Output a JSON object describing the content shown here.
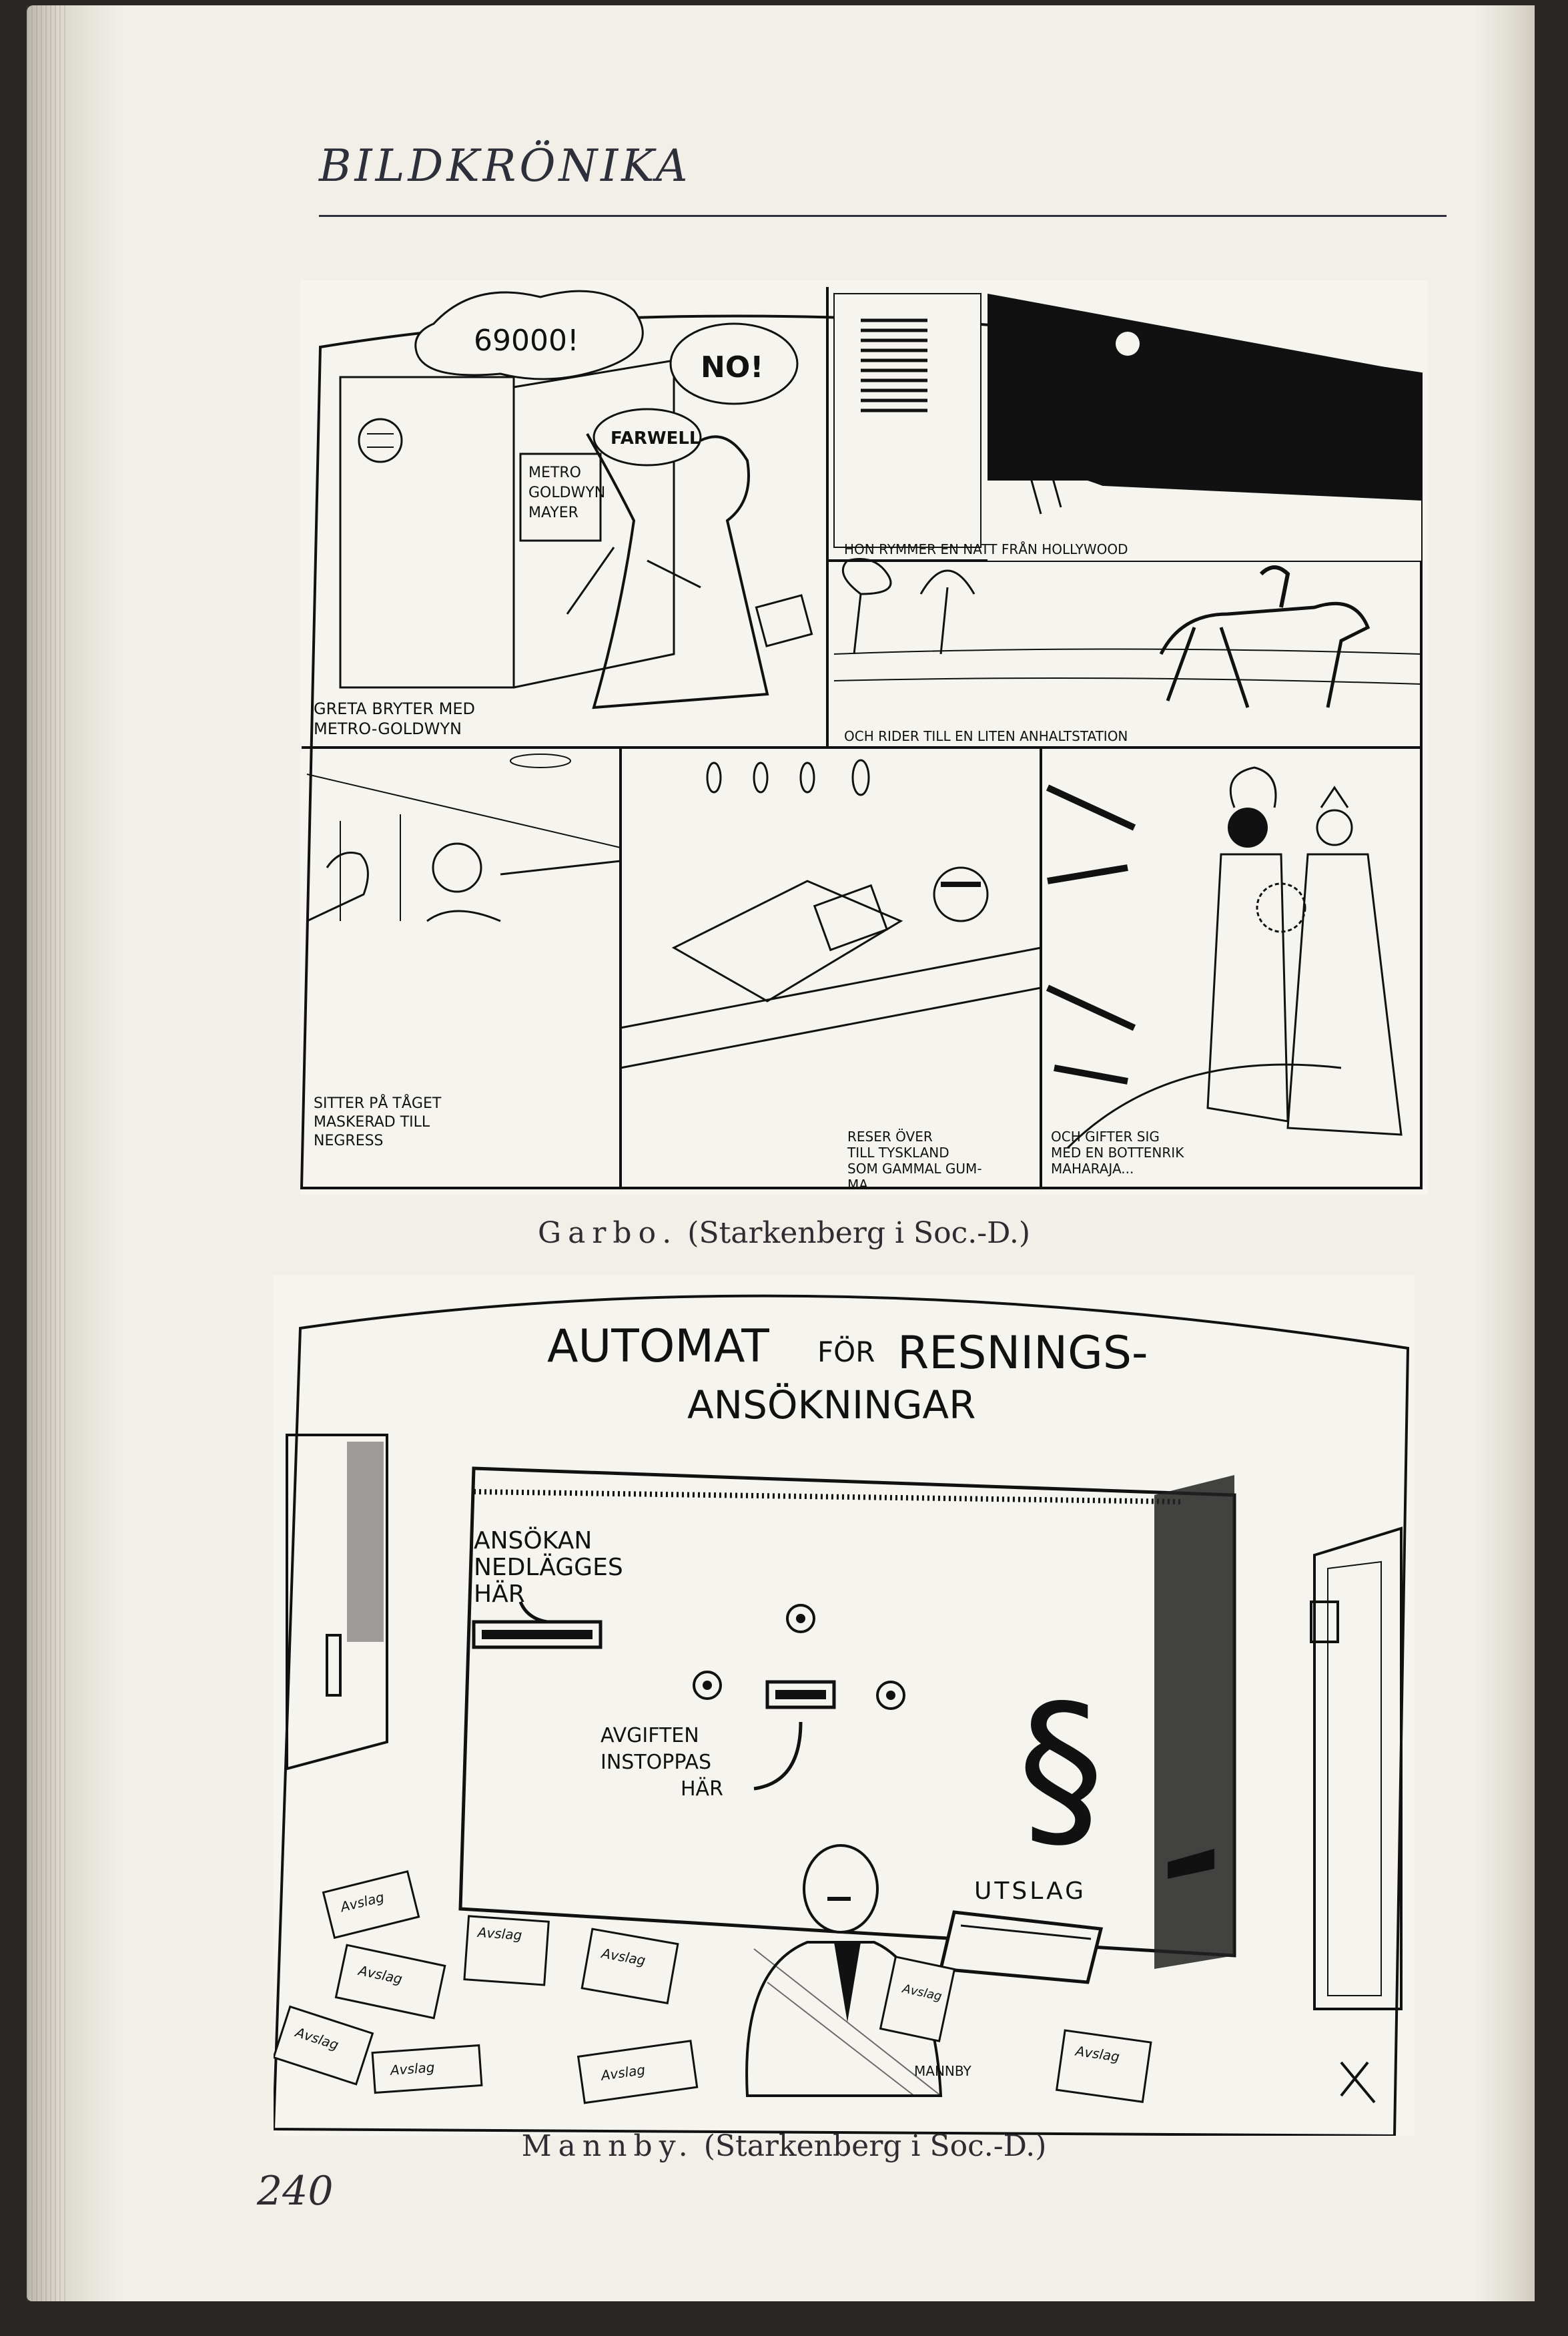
{
  "header": {
    "running_head": "BILDKRÖNIKA"
  },
  "cartoon_garbo": {
    "bubbles": {
      "amount": "69000!",
      "no": "NO!",
      "farewell": "FARWELL"
    },
    "sign": [
      "METRO",
      "GOLDWYN",
      "MAYER"
    ],
    "panels": {
      "p1": [
        "GRETA BRYTER MED",
        "METRO-GOLDWYN"
      ],
      "p2": [
        "HON RYMMER EN NATT FRÅN HOLLYWOOD"
      ],
      "p3": [
        "OCH RIDER TILL EN LITEN ANHALTSTATION"
      ],
      "p4": [
        "SITTER PÅ TÅGET",
        "MASKERAD TILL",
        "NEGRESS"
      ],
      "p5": [
        "RESER ÖVER",
        "TILL TYSKLAND",
        "SOM GAMMAL GUM-",
        "MA..."
      ],
      "p6": [
        "OCH GIFTER SIG",
        "MED EN BOTTENRIK",
        "MAHARAJA..."
      ]
    },
    "caption_name": "Garbo.",
    "caption_credit": "(Starkenberg i Soc.-D.)"
  },
  "cartoon_mannby": {
    "title_line1_a": "AUTOMAT",
    "title_line1_b": "FÖR",
    "title_line1_c": "RESNINGS-",
    "title_line2": "ANSÖKNINGAR",
    "slot_label": [
      "ANSÖKAN",
      "NEDLÄGGES",
      "HÄR"
    ],
    "fee_label": [
      "AVGIFTEN",
      "INSTOPPAS",
      "HÄR"
    ],
    "section_symbol": "§",
    "output_label": "UTSLAG",
    "paper_text": "Avslag",
    "figure_label": "MANNBY",
    "caption_name": "Mannby.",
    "caption_credit": "(Starkenberg i Soc.-D.)"
  },
  "page_number": "240"
}
